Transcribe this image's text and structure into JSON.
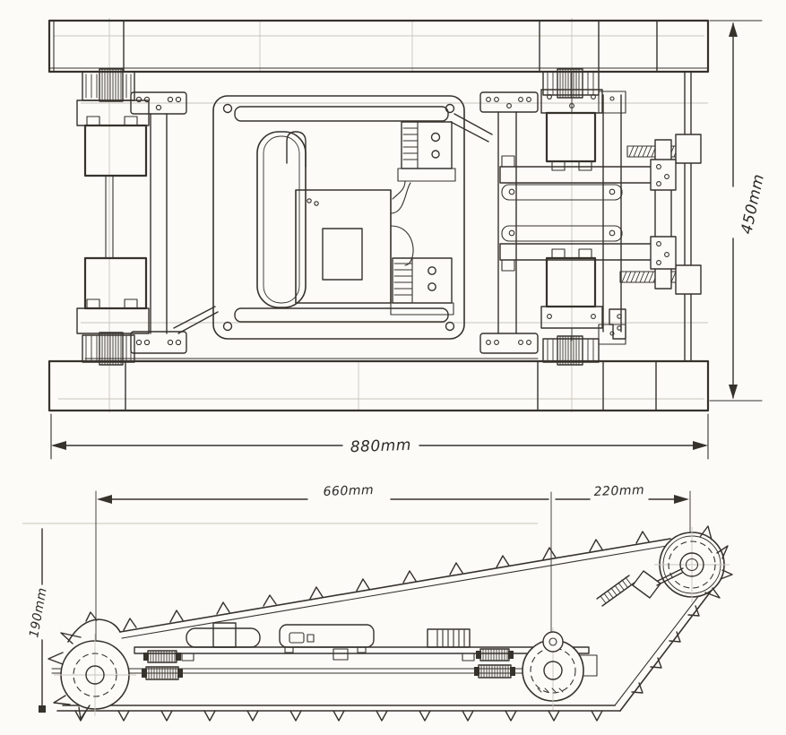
{
  "sketch": {
    "description": "Hand-drawn engineering sketch of a tracked robot chassis shown in two orthographic views",
    "paper_color": "#fcfbf8",
    "ink_color": "#36322c",
    "top_view": {
      "dim_width": "880mm",
      "dim_height": "450mm"
    },
    "side_view": {
      "dim_front_span": "660mm",
      "dim_rear_span": "220mm",
      "dim_height": "190mm"
    }
  }
}
